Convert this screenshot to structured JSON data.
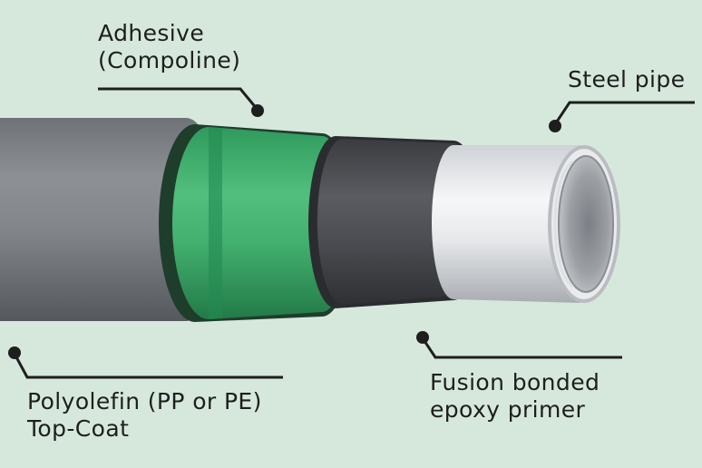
{
  "labels": {
    "adhesive": {
      "line1": "Adhesive",
      "line2": "(Compoline)"
    },
    "steel_pipe": {
      "line1": "Steel pipe"
    },
    "polyolefin": {
      "line1": "Polyolefin (PP or PE)",
      "line2": "Top-Coat"
    },
    "fusion_bonded": {
      "line1": "Fusion bonded",
      "line2": "epoxy primer"
    }
  },
  "colors": {
    "background": "#d6e8dc",
    "top_coat": "#7e8186",
    "adhesive": "#3fae6c",
    "epoxy_primer": "#46484c",
    "steel": "#e4e6e8",
    "leader_line": "#1e1e1e"
  }
}
